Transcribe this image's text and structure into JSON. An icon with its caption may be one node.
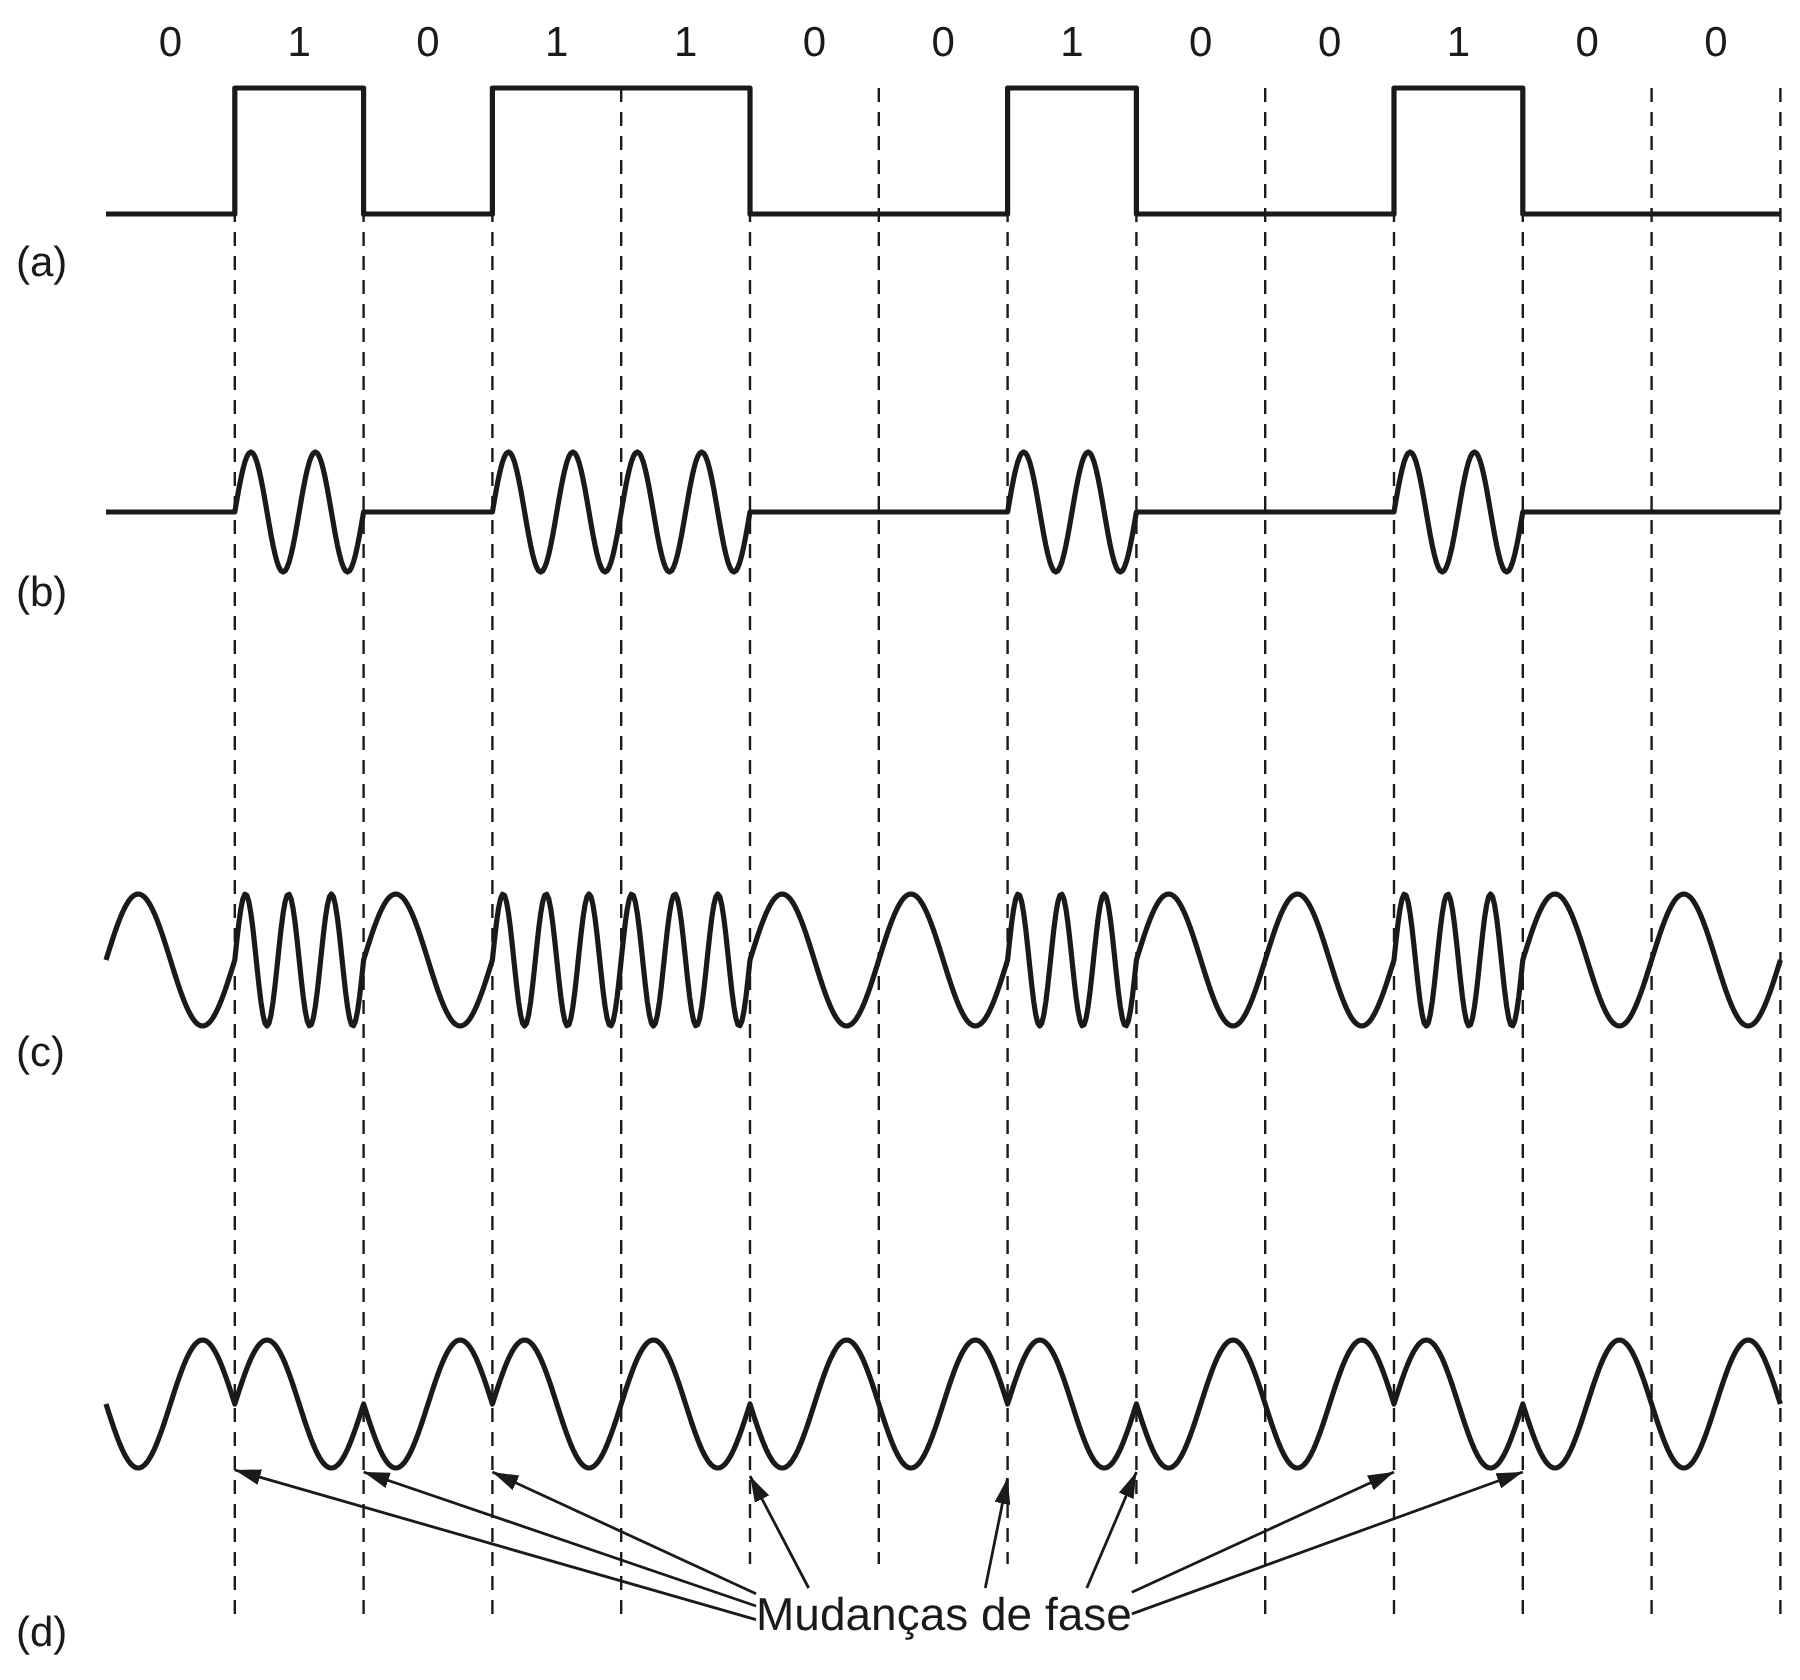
{
  "diagram": {
    "nodes": [
      {
        "text": [],
        "shape": "wave"
      },
      {
        "text": [
          "Mudanças de fase"
        ]
      }
    ],
    "edges": [
      {
        "from": 1,
        "to": 0,
        "arrow": "to"
      },
      {
        "from": 1,
        "to": 0,
        "arrow": "to"
      },
      {
        "from": 1,
        "to": 0,
        "arrow": "to"
      },
      {
        "from": 1,
        "to": 0,
        "arrow": "to"
      },
      {
        "from": 1,
        "to": 0,
        "arrow": "to"
      },
      {
        "from": 1,
        "to": 0,
        "arrow": "to"
      },
      {
        "from": 1,
        "to": 0,
        "arrow": "to"
      },
      {
        "from": 1,
        "to": 0,
        "arrow": "to"
      }
    ],
    "labels": [
      "0",
      "1",
      "0",
      "1",
      "1",
      "0",
      "0",
      "1",
      "0",
      "0",
      "1",
      "0",
      "0",
      "(a)",
      "(b)",
      "(c)",
      "(d)"
    ]
  }
}
